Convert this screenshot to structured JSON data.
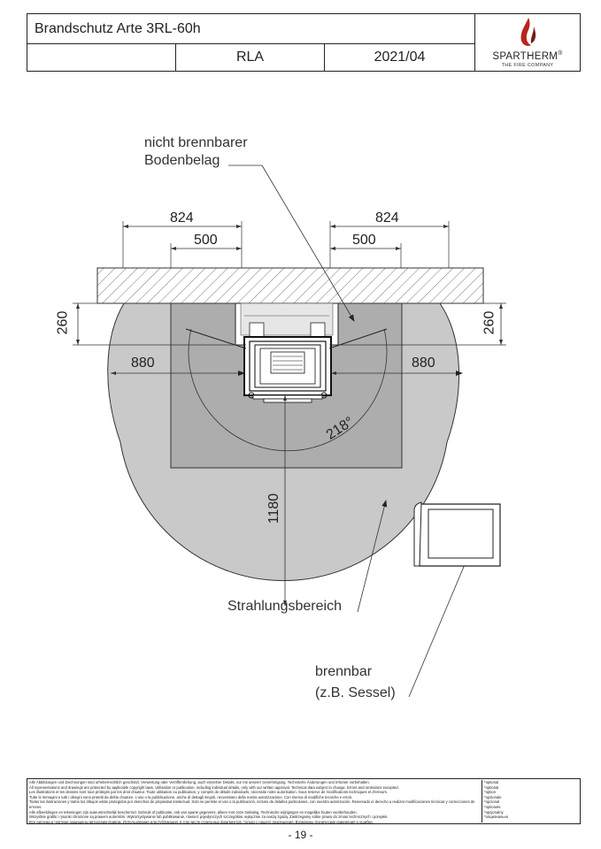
{
  "header": {
    "title": "Brandschutz Arte 3RL-60h",
    "code": "RLA",
    "date": "2021/04",
    "brand": "SPARTHERM",
    "brand_mark": "®",
    "brand_tagline": "THE FIRE COMPANY"
  },
  "labels": {
    "floor_line1": "nicht brennbarer",
    "floor_line2": "Bodenbelag",
    "radiation": "Strahlungsbereich",
    "combustible_line1": "brennbar",
    "combustible_line2": "(z.B. Sessel)"
  },
  "dimensions": {
    "left_outer": "824",
    "left_inner": "500",
    "right_outer": "824",
    "right_inner": "500",
    "left_depth": "260",
    "right_depth": "260",
    "left_side": "880",
    "right_side": "880",
    "front": "1180",
    "angle": "218°"
  },
  "footer": {
    "lines": [
      "Alle Abbildungen und Zeichnungen sind urheberrechtlich geschützt. Verwertung oder Veröffentlichung, auch einzelner Details, nur mit unserer Genehmigung. Technische Änderungen und Irrtümer vorbehalten.",
      "All representations and drawings are protected by applicable copyright laws. Utilisation or publication, including individual details, only with our written approval. Technical data subject to change. Errors and omissions excepted.",
      "Les illustrations et les dessins sont tous protégés par les droit d'auteur. Toute utilisation ou publication, y compris de détails individuels, nécessite notre autorisation. Sous reserve de modifications techniques et d'erreurs.",
      "Tutte le immagini e tutti i disegni sono protetti da diritto d'autore. L'uso o la pubblicazione, anche di dettagli singoli, necessitano della nostra autorizzazione. Con riserva di modifiche tecniche e errori.",
      "Todas las ilustraciones y todos los dibujos están protegidos por derechos de propiedad intelectual. Solo se permite el uso o la publicación, incluso de detalles particulares, con nuestra autorización. Reservado el derecho a realizar modificaciones técnicas y correcciones de errores.",
      "Alle afbeeldingen en tekeningen zijn auteursrechtelijk beschermd. Gebruik of publicatie, ook van aparte gegevens, alleen met onze toelating. Technische wijzigingen en mogelijke fouten voorbehouden.",
      "Wszystkie grafiki i rysunki chronione są prawem autorskim. Wykorzystywanie lub publikowanie, również pojedynczych szczegółów, wyłącznie za naszą zgodą. Zastrzegamy sobie prawo do zmian technicznych i pomyłek.",
      "Все рисунки и чертежи защищены авторским правом. Использование или публикация, в том числе отдельных фрагментов, только с нашего разрешения. Возможны технические изменения и ошибки."
    ],
    "side": [
      "*optional",
      "*optional",
      "*option",
      "*opzionale",
      "*opcional",
      "*optionele",
      "*opcjonalny",
      "*опционально"
    ]
  },
  "page_number": "- 19 -"
}
